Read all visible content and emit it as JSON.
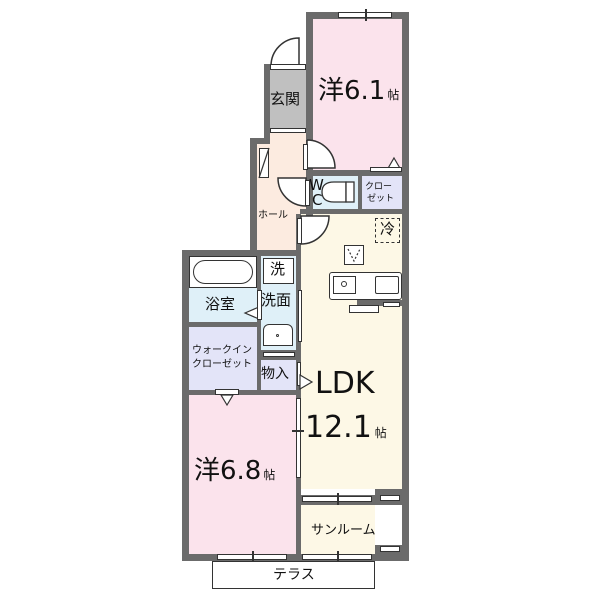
{
  "floorplan": {
    "rooms": {
      "western_room_1": {
        "label": "洋6.1",
        "unit": "帖",
        "color": "#fbe3ec"
      },
      "genkan": {
        "label": "玄関",
        "color": "#c0c0c0"
      },
      "hall": {
        "label": "ホール",
        "color": "#fcebe0"
      },
      "wc": {
        "label_w": "W",
        "label_c": "C",
        "color": "#dff0f8"
      },
      "closet": {
        "label_line1": "クロー",
        "label_line2": "ゼット",
        "color": "#e3e4f8"
      },
      "refrigerator": {
        "label": "冷"
      },
      "laundry": {
        "label": "洗"
      },
      "bathroom": {
        "label": "浴室",
        "color": "#dff0f8"
      },
      "washroom": {
        "label": "洗面",
        "color": "#dff0f8"
      },
      "walk_in_closet": {
        "label_line1": "ウォークイン",
        "label_line2": "クローゼット",
        "color": "#e3e4f8"
      },
      "storage": {
        "label": "物入",
        "color": "#e3e4f8"
      },
      "ldk": {
        "label": "LDK",
        "size": "12.1",
        "unit": "帖",
        "color": "#fdf8e6"
      },
      "western_room_2": {
        "label": "洋6.8",
        "unit": "帖",
        "color": "#fbe3ec"
      },
      "sunroom": {
        "label": "サンルーム",
        "color": "#fdf8e6"
      },
      "terrace": {
        "label": "テラス"
      }
    },
    "wall_color": "#6b6b6b"
  }
}
